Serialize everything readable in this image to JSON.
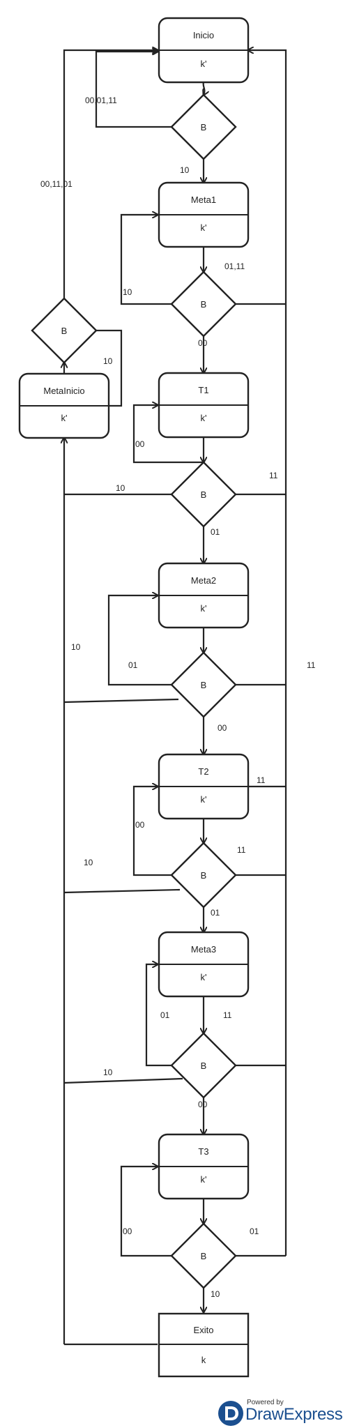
{
  "nodes": {
    "inicio": {
      "title": "Inicio",
      "output": "k'"
    },
    "meta1": {
      "title": "Meta1",
      "output": "k'"
    },
    "t1": {
      "title": "T1",
      "output": "k'"
    },
    "meta2": {
      "title": "Meta2",
      "output": "k'"
    },
    "t2": {
      "title": "T2",
      "output": "k'"
    },
    "meta3": {
      "title": "Meta3",
      "output": "k'"
    },
    "t3": {
      "title": "T3",
      "output": "k'"
    },
    "exito": {
      "title": "Exito",
      "output": "k"
    },
    "metainicio": {
      "title": "MetaInicio",
      "output": "k'"
    }
  },
  "decision_label": "B",
  "edge_labels": {
    "inicio_self": "00,01,11",
    "inicio_to_meta1": "10",
    "meta1_self": "10",
    "meta1_back": "01,11",
    "meta1_to_t1": "00",
    "metainicio_to_inicio": "00,11,01",
    "metainicio_self": "10",
    "t1_self": "00",
    "t1_to_metainicio": "10",
    "t1_back": "11",
    "t1_to_meta2": "01",
    "meta2_self": "01",
    "meta2_to_metainicio": "10",
    "meta2_back": "11",
    "meta2_to_t2": "00",
    "t2_back_top": "11",
    "t2_self": "00",
    "t2_to_metainicio": "10",
    "t2_back": "11",
    "t2_to_meta3": "01",
    "meta3_self": "01",
    "meta3_back": "11",
    "meta3_to_metainicio": "10",
    "meta3_to_t3": "00",
    "t3_self": "00",
    "t3_back": "01",
    "t3_to_exito": "10"
  },
  "watermark": {
    "small": "Powered by",
    "brand": "DrawExpress"
  }
}
